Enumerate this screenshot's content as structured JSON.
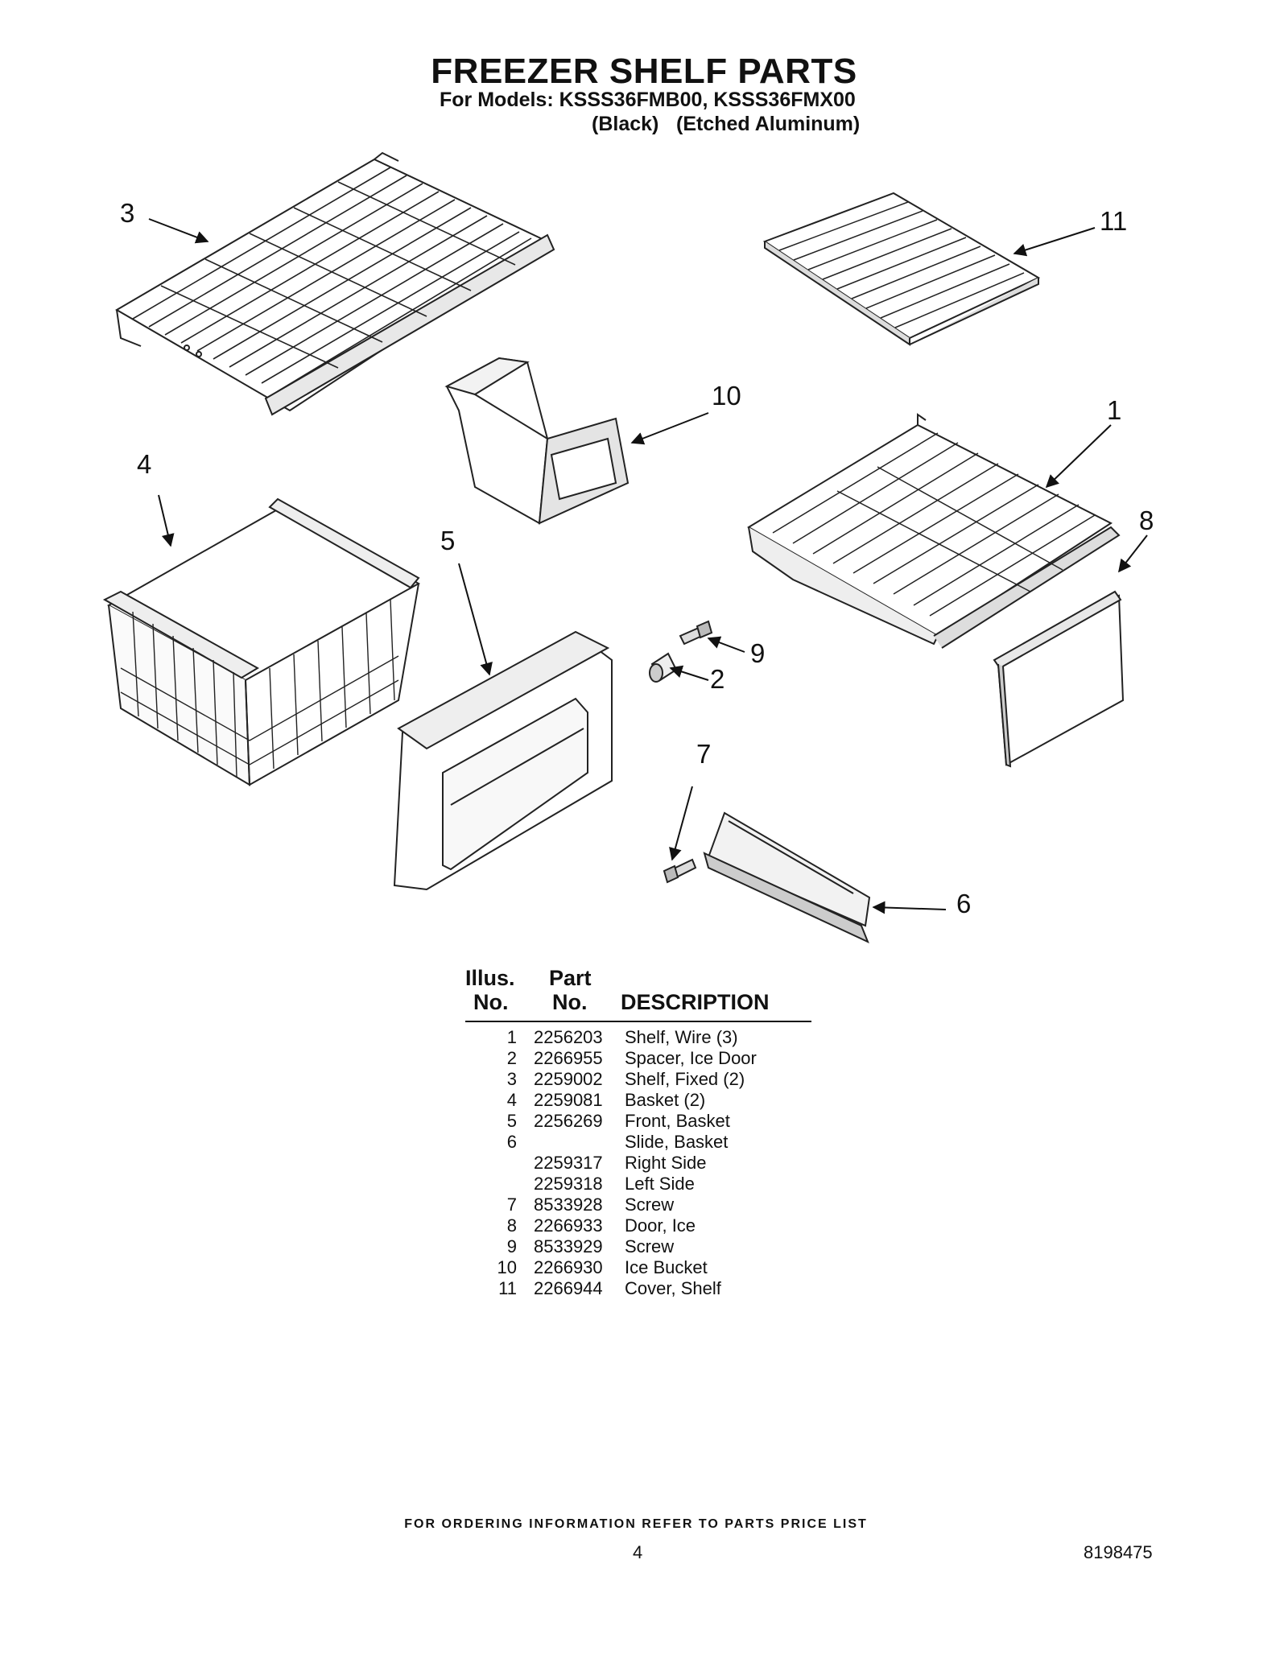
{
  "header": {
    "title": "FREEZER SHELF PARTS",
    "models": "For Models: KSSS36FMB00, KSSS36FMX00",
    "variant_1": "(Black)",
    "variant_2": "(Etched Aluminum)"
  },
  "callouts": [
    "3",
    "11",
    "10",
    "1",
    "4",
    "8",
    "5",
    "9",
    "2",
    "7",
    "6"
  ],
  "table": {
    "headers": {
      "illus_top": "Illus.",
      "illus_bottom": "No.",
      "part_top": "Part",
      "part_bottom": "No.",
      "description": "DESCRIPTION"
    },
    "rows": [
      {
        "no": "1",
        "part": "2256203",
        "desc": "Shelf, Wire (3)"
      },
      {
        "no": "2",
        "part": "2266955",
        "desc": "Spacer, Ice Door"
      },
      {
        "no": "3",
        "part": "2259002",
        "desc": "Shelf, Fixed (2)"
      },
      {
        "no": "4",
        "part": "2259081",
        "desc": "Basket (2)"
      },
      {
        "no": "5",
        "part": "2256269",
        "desc": "Front, Basket"
      },
      {
        "no": "6",
        "part": "",
        "desc": "Slide, Basket"
      },
      {
        "no": "",
        "part": "2259317",
        "desc": "Right Side"
      },
      {
        "no": "",
        "part": "2259318",
        "desc": "Left Side"
      },
      {
        "no": "7",
        "part": "8533928",
        "desc": "Screw"
      },
      {
        "no": "8",
        "part": "2266933",
        "desc": "Door, Ice"
      },
      {
        "no": "9",
        "part": "8533929",
        "desc": "Screw"
      },
      {
        "no": "10",
        "part": "2266930",
        "desc": "Ice Bucket"
      },
      {
        "no": "11",
        "part": "2266944",
        "desc": "Cover, Shelf"
      }
    ]
  },
  "footer": {
    "note": "FOR ORDERING INFORMATION REFER TO PARTS PRICE LIST",
    "page": "4",
    "doc_number": "8198475"
  }
}
